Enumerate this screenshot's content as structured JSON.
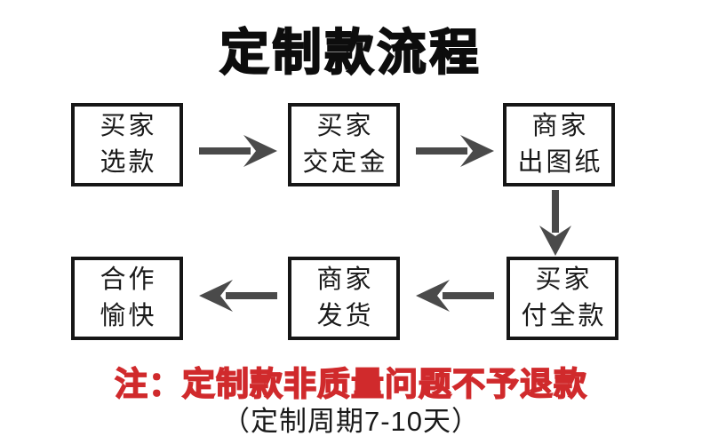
{
  "title": "定制款流程",
  "flow": {
    "boxes": [
      {
        "id": "buyer-select",
        "lines": [
          "买家",
          "选款"
        ]
      },
      {
        "id": "buyer-deposit",
        "lines": [
          "买家",
          "交定金"
        ]
      },
      {
        "id": "merchant-drawing",
        "lines": [
          "商家",
          "出图纸"
        ]
      },
      {
        "id": "buyer-full-payment",
        "lines": [
          "买家",
          "付全款"
        ]
      },
      {
        "id": "merchant-ship",
        "lines": [
          "商家",
          "发货"
        ]
      },
      {
        "id": "cooperation",
        "lines": [
          "合作",
          "愉快"
        ]
      }
    ],
    "arrows": [
      {
        "icon": "arrow-right-icon",
        "from": "buyer-select",
        "to": "buyer-deposit"
      },
      {
        "icon": "arrow-right-icon",
        "from": "buyer-deposit",
        "to": "merchant-drawing"
      },
      {
        "icon": "arrow-down-icon",
        "from": "merchant-drawing",
        "to": "buyer-full-payment"
      },
      {
        "icon": "arrow-left-icon",
        "from": "buyer-full-payment",
        "to": "merchant-ship"
      },
      {
        "icon": "arrow-left-icon",
        "from": "merchant-ship",
        "to": "cooperation"
      }
    ]
  },
  "note": "注：定制款非质量问题不予退款",
  "cycle_note": "（定制周期7-10天）",
  "colors": {
    "note_red": "#d02a2c",
    "arrow_gray": "#4a4a4a",
    "box_border": "#161616",
    "text_black": "#1a1a1a"
  }
}
